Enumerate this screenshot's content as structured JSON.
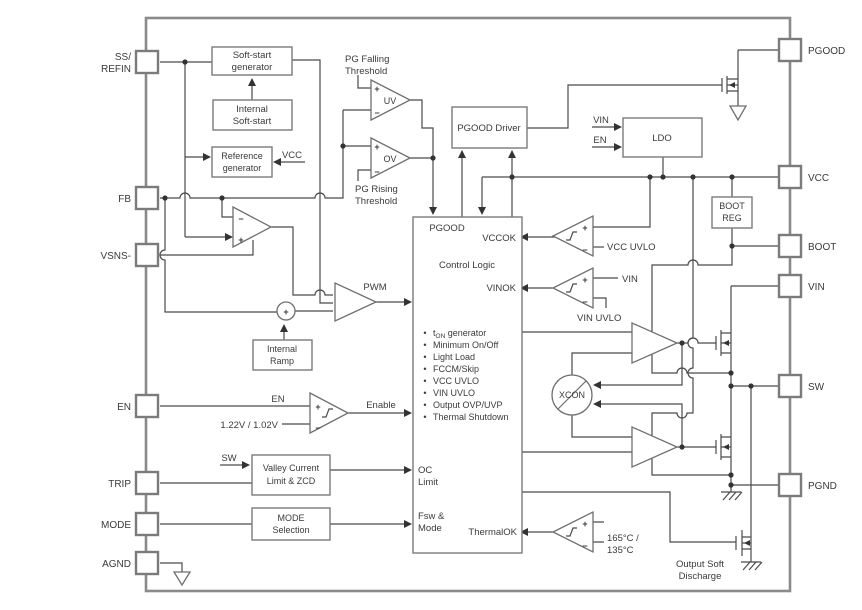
{
  "pins": {
    "left": [
      [
        "SS/",
        "REFIN"
      ],
      [
        "FB"
      ],
      [
        "VSNS-"
      ],
      [
        "EN"
      ],
      [
        "TRIP"
      ],
      [
        "MODE"
      ],
      [
        "AGND"
      ]
    ],
    "right": [
      "PGOOD",
      "VCC",
      "BOOT",
      "VIN",
      "SW",
      "PGND"
    ]
  },
  "blocks": {
    "soft_start_generator": [
      "Soft-start",
      "generator"
    ],
    "internal_soft_start": [
      "Internal",
      "Soft-start"
    ],
    "reference_generator": [
      "Reference",
      "generator"
    ],
    "pgood_driver": "PGOOD Driver",
    "ldo": "LDO",
    "boot_reg": [
      "BOOT",
      "REG"
    ],
    "internal_ramp": [
      "Internal",
      "Ramp"
    ],
    "valley_current": [
      "Valley Current",
      "Limit & ZCD"
    ],
    "mode_selection": [
      "MODE",
      "Selection"
    ],
    "output_soft_discharge": [
      "Output Soft",
      "Discharge"
    ]
  },
  "control_logic": {
    "pgood": "PGOOD",
    "vccok": "VCCOK",
    "title": "Control Logic",
    "vinok": "VINOK",
    "bullet": "•",
    "ton": [
      "t",
      "ON",
      " generator"
    ],
    "bullets": [
      "Minimum On/Off",
      "Light Load",
      "FCCM/Skip",
      "VCC UVLO",
      "VIN UVLO",
      "Output OVP/UVP",
      "Thermal Shutdown"
    ],
    "oc_limit": [
      "OC",
      "Limit"
    ],
    "fsw_mode": [
      "Fsw &",
      "Mode"
    ],
    "thermalok": "ThermalOK"
  },
  "comparators": {
    "uv": "UV",
    "ov": "OV",
    "pg_falling": [
      "PG Falling",
      "Threshold"
    ],
    "pg_rising": [
      "PG Rising",
      "Threshold"
    ],
    "vcc_uvlo": "VCC UVLO",
    "vin": "VIN",
    "vin_uvlo": "VIN UVLO",
    "thermal": [
      "165°C /",
      "135°C"
    ],
    "en_threshold": "1.22V / 1.02V",
    "plus": "+",
    "minus": "−"
  },
  "signals": {
    "vcc": "VCC",
    "pwm": "PWM",
    "en": "EN",
    "enable": "Enable",
    "sw": "SW",
    "ldo_vin": "VIN",
    "ldo_en": "EN",
    "xcon": "XCON"
  },
  "colors": {
    "wire": "#4a4a4a",
    "block_border": "#7b7b7b",
    "outer_border": "#8a8a8a",
    "text": "#3a3a3a",
    "background": "#ffffff"
  }
}
